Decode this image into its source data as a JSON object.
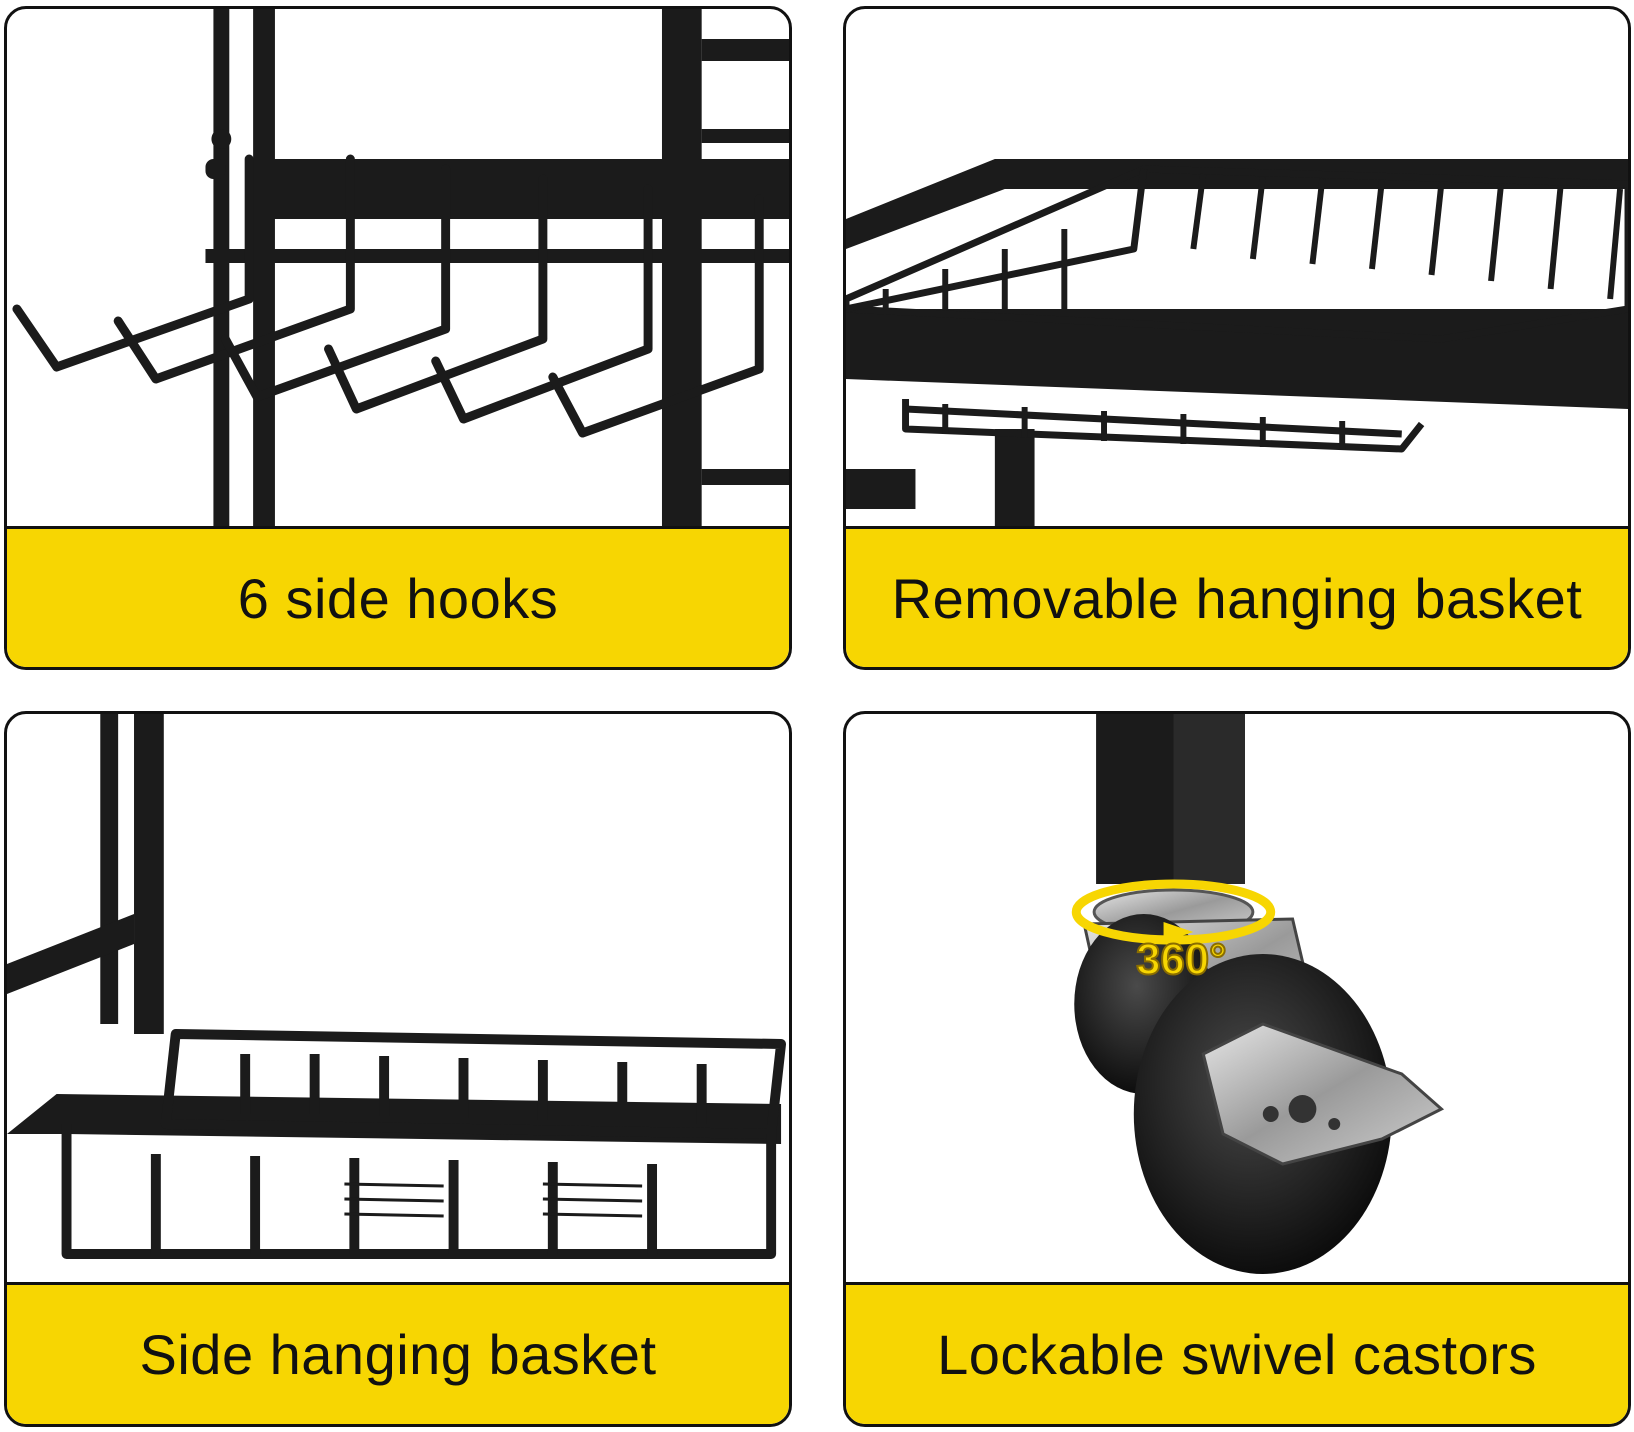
{
  "panels": [
    {
      "caption": "6 side hooks",
      "icon": "hooks-icon"
    },
    {
      "caption": "Removable hanging basket",
      "icon": "basket-icon"
    },
    {
      "caption": "Side hanging basket",
      "icon": "side-basket-icon"
    },
    {
      "caption": "Lockable swivel castors",
      "icon": "castor-wheel-icon",
      "badge": "360°"
    }
  ],
  "colors": {
    "caption_bg": "#f7d602",
    "frame": "#111111",
    "metal": "#1a1a1a"
  }
}
